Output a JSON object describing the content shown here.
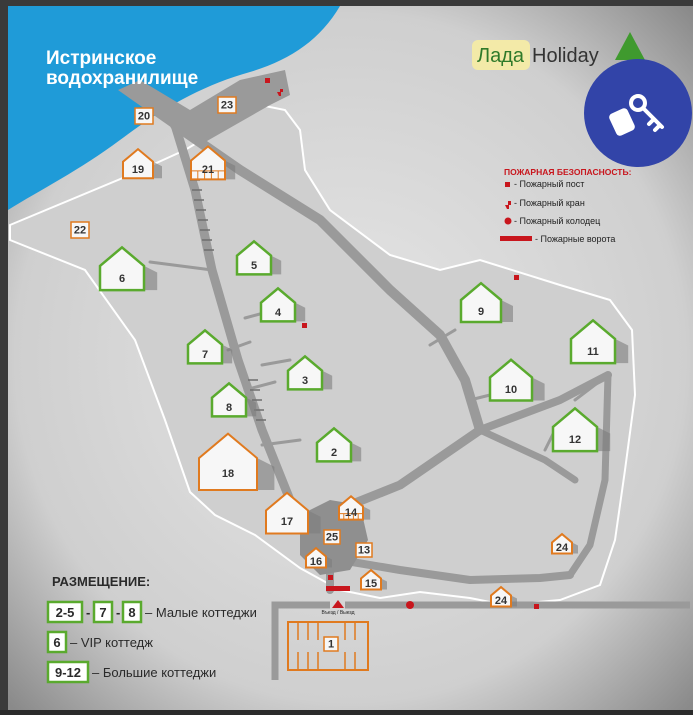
{
  "map": {
    "lake_name_line1": "Истринское",
    "lake_name_line2": "водохранилище",
    "brand_part1": "Лада",
    "brand_part2": "Holiday",
    "colors": {
      "water": "#1f9bd8",
      "ground": "#d9d9d9",
      "road": "#9a9a9a",
      "small_cottage": "#5aaa2e",
      "large_cottage": "#5aaa2e",
      "orange_building": "#e07a1f",
      "fire": "#c8161d",
      "badge": "#3244a8"
    },
    "fire_safety": {
      "title": "ПОЖАРНАЯ БЕЗОПАСНОСТЬ:",
      "items": [
        {
          "icon": "square",
          "label": "- Пожарный пост"
        },
        {
          "icon": "hydrant",
          "label": "- Пожарный кран"
        },
        {
          "icon": "circle",
          "label": "- Пожарный колодец"
        },
        {
          "icon": "bar",
          "label": "- Пожарные ворота"
        }
      ]
    },
    "placement": {
      "title": "РАЗМЕЩЕНИЕ:",
      "small_codes": [
        "2-5",
        "7",
        "8"
      ],
      "small_label": "– Малые коттеджи",
      "vip_code": "6",
      "vip_label": "– VIP коттедж",
      "large_code": "9-12",
      "large_label": "– Большие коттеджи"
    },
    "gate_label": "Въезд / Выезд",
    "houses": [
      {
        "id": "h-19",
        "label": "19",
        "kind": "orange"
      },
      {
        "id": "h-21",
        "label": "21",
        "kind": "orange-lodge"
      },
      {
        "id": "h-6",
        "label": "6",
        "kind": "green"
      },
      {
        "id": "h-5",
        "label": "5",
        "kind": "green"
      },
      {
        "id": "h-4",
        "label": "4",
        "kind": "green"
      },
      {
        "id": "h-7",
        "label": "7",
        "kind": "green"
      },
      {
        "id": "h-3",
        "label": "3",
        "kind": "green"
      },
      {
        "id": "h-8",
        "label": "8",
        "kind": "green"
      },
      {
        "id": "h-2",
        "label": "2",
        "kind": "green"
      },
      {
        "id": "h-18",
        "label": "18",
        "kind": "orange-big"
      },
      {
        "id": "h-17",
        "label": "17",
        "kind": "orange"
      },
      {
        "id": "h-14",
        "label": "14",
        "kind": "orange-lodge"
      },
      {
        "id": "h-16",
        "label": "16",
        "kind": "orange-small"
      },
      {
        "id": "h-15",
        "label": "15",
        "kind": "orange-small"
      },
      {
        "id": "h-9",
        "label": "9",
        "kind": "green"
      },
      {
        "id": "h-11",
        "label": "11",
        "kind": "green"
      },
      {
        "id": "h-10",
        "label": "10",
        "kind": "green"
      },
      {
        "id": "h-12",
        "label": "12",
        "kind": "green"
      },
      {
        "id": "h-24a",
        "label": "24",
        "kind": "orange-small"
      },
      {
        "id": "h-24b",
        "label": "24",
        "kind": "orange-small"
      }
    ],
    "boxes": [
      {
        "id": "b-20",
        "label": "20"
      },
      {
        "id": "b-23",
        "label": "23"
      },
      {
        "id": "b-22",
        "label": "22"
      },
      {
        "id": "b-25",
        "label": "25"
      },
      {
        "id": "b-13",
        "label": "13"
      },
      {
        "id": "b-1",
        "label": "1"
      }
    ]
  }
}
